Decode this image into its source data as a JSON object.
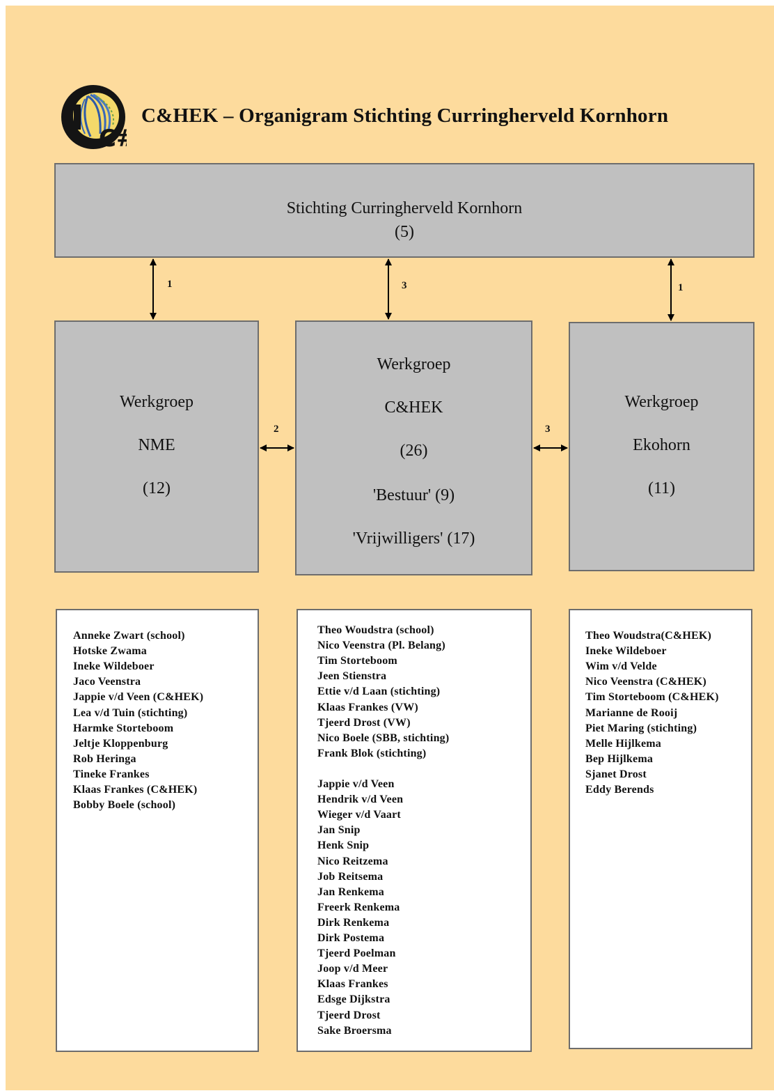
{
  "header": {
    "title": "C&HEK – Organigram Stichting Curringherveld Kornhorn",
    "logo": {
      "icon": "chek-logo-icon",
      "text": "C#"
    }
  },
  "top_box": {
    "name": "Stichting Curringherveld Kornhorn",
    "count": "(5)"
  },
  "connectors": {
    "top_left": "1",
    "top_center": "3",
    "top_right": "1",
    "left_center": "2",
    "center_right": "3"
  },
  "groups": [
    {
      "lines": [
        "Werkgroep",
        "NME",
        "(12)"
      ],
      "members": [
        "Anneke Zwart (school)",
        "Hotske Zwama",
        "Ineke Wildeboer",
        "Jaco Veenstra",
        "Jappie v/d Veen (C&HEK)",
        "Lea v/d Tuin (stichting)",
        "Harmke Storteboom",
        "Jeltje Kloppenburg",
        "Rob Heringa",
        "Tineke Frankes",
        "Klaas Frankes (C&HEK)",
        "Bobby Boele (school)"
      ]
    },
    {
      "lines": [
        "Werkgroep",
        "C&HEK",
        "(26)",
        "'Bestuur' (9)",
        "'Vrijwilligers' (17)"
      ],
      "members": [
        "Theo Woudstra (school)",
        "Nico Veenstra (Pl. Belang)",
        "Tim Storteboom",
        "Jeen Stienstra",
        "Ettie v/d Laan (stichting)",
        "Klaas Frankes (VW)",
        "Tjeerd Drost (VW)",
        "Nico Boele (SBB, stichting)",
        "Frank Blok (stichting)",
        "",
        "Jappie v/d Veen",
        "Hendrik v/d Veen",
        "Wieger v/d Vaart",
        "Jan Snip",
        "Henk Snip",
        "Nico Reitzema",
        "Job Reitsema",
        "Jan Renkema",
        "Freerk Renkema",
        "Dirk Renkema",
        "Dirk Postema",
        "Tjeerd Poelman",
        "Joop v/d Meer",
        "Klaas Frankes",
        "Edsge Dijkstra",
        "Tjeerd Drost",
        "Sake Broersma"
      ]
    },
    {
      "lines": [
        "Werkgroep",
        "Ekohorn",
        "(11)"
      ],
      "members": [
        "Theo Woudstra(C&HEK)",
        "Ineke Wildeboer",
        "Wim v/d Velde",
        "Nico Veenstra (C&HEK)",
        "Tim Storteboom (C&HEK)",
        "Marianne de Rooij",
        "Piet Maring (stichting)",
        "Melle Hijlkema",
        "Bep Hijlkema",
        "Sjanet Drost",
        "Eddy Berends"
      ]
    }
  ],
  "colors": {
    "page_background": "#fddb9d",
    "box_fill": "#c0c0c0",
    "box_border": "#6d6d6d",
    "list_fill": "#ffffff"
  }
}
